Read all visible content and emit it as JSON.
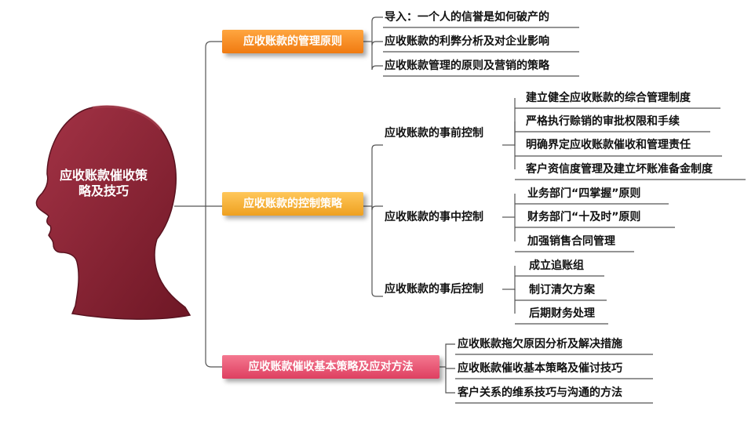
{
  "central": {
    "title_line1": "应收账款催收策",
    "title_line2": "略及技巧",
    "head_color": "#8a2232"
  },
  "branches": [
    {
      "label": "应收账款的管理原则",
      "color": "#f28a1f",
      "leaves": [
        "导入：一个人的信誉是如何破产的",
        "应收账款的利弊分析及对企业影响",
        "应收账款管理的原则及营销的策略"
      ]
    },
    {
      "label": "应收账款的控制策略",
      "color": "#f3b234",
      "subs": [
        {
          "label": "应收账款的事前控制",
          "leaves": [
            "建立健全应收账款的综合管理制度",
            "严格执行赊销的审批权限和手续",
            "明确界定应收账款催收和管理责任",
            "客户资信度管理及建立坏账准备金制度"
          ]
        },
        {
          "label": "应收账款的事中控制",
          "leaves": [
            "业务部门“四掌握”原则",
            "财务部门“十及时”原则",
            "加强销售合同管理"
          ]
        },
        {
          "label": "应收账款的事后控制",
          "leaves": [
            "成立追账组",
            "制订清欠方案",
            "后期财务处理"
          ]
        }
      ]
    },
    {
      "label": "应收账款催收基本策略及应对方法",
      "color": "#e55270",
      "leaves": [
        "应收账款拖欠原因分析及解决措施",
        "应收账款催收基本策略及催讨技巧",
        "客户关系的维系技巧与沟通的方法"
      ]
    }
  ]
}
